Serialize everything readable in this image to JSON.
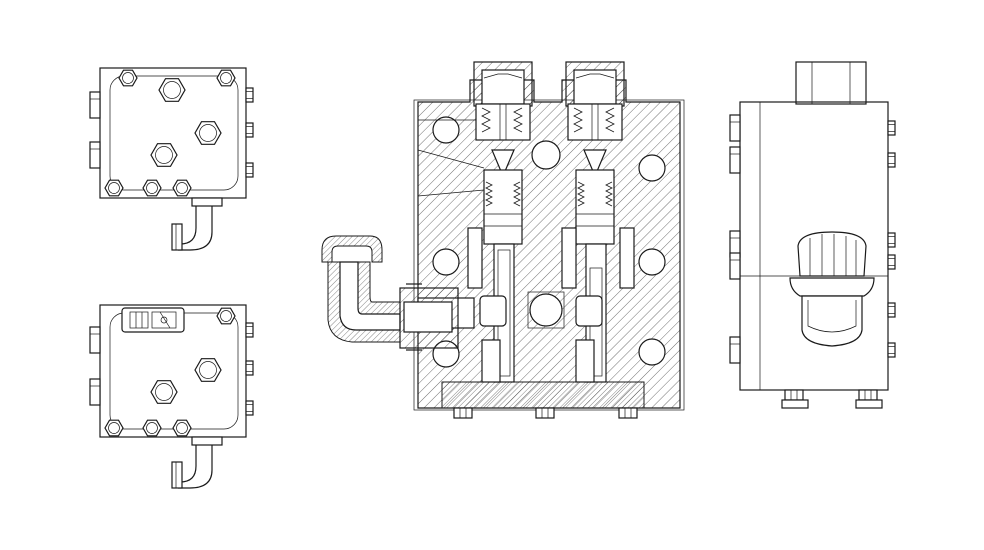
{
  "drawing": {
    "views": [
      {
        "id": "top-view-upper",
        "icon": "valve-block-top-view"
      },
      {
        "id": "top-view-lower",
        "icon": "valve-block-top-view-with-connector"
      },
      {
        "id": "front-section-view",
        "icon": "valve-block-cross-section"
      },
      {
        "id": "side-view",
        "icon": "valve-block-side-view"
      }
    ],
    "colors": {
      "line": "#1a1a1a",
      "background": "#ffffff"
    }
  }
}
